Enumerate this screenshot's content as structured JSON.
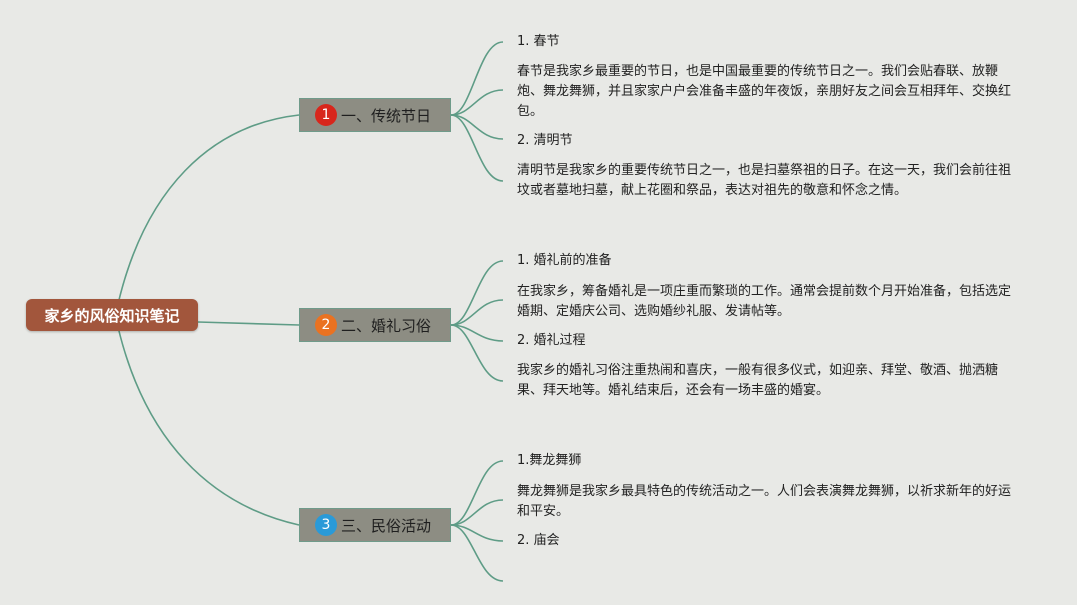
{
  "root": {
    "label": "家乡的风俗知识笔记"
  },
  "branches": [
    {
      "number": "1",
      "label": "一、传统节日",
      "color": "#d8261c",
      "leaves": [
        "1. 春节",
        "春节是我家乡最重要的节日，也是中国最重要的传统节日之一。我们会贴春联、放鞭炮、舞龙舞狮，并且家家户户会准备丰盛的年夜饭，亲朋好友之间会互相拜年、交换红包。",
        "2. 清明节",
        "清明节是我家乡的重要传统节日之一，也是扫墓祭祖的日子。在这一天，我们会前往祖坟或者墓地扫墓，献上花圈和祭品，表达对祖先的敬意和怀念之情。"
      ]
    },
    {
      "number": "2",
      "label": "二、婚礼习俗",
      "color": "#ea7221",
      "leaves": [
        "1. 婚礼前的准备",
        "在我家乡，筹备婚礼是一项庄重而繁琐的工作。通常会提前数个月开始准备，包括选定婚期、定婚庆公司、选购婚纱礼服、发请帖等。",
        "2. 婚礼过程",
        "我家乡的婚礼习俗注重热闹和喜庆，一般有很多仪式，如迎亲、拜堂、敬酒、抛洒糖果、拜天地等。婚礼结束后，还会有一场丰盛的婚宴。"
      ]
    },
    {
      "number": "3",
      "label": "三、民俗活动",
      "color": "#2a9ad8",
      "leaves": [
        "1.舞龙舞狮",
        "舞龙舞狮是我家乡最具特色的传统活动之一。人们会表演舞龙舞狮，以祈求新年的好运和平安。",
        "2. 庙会",
        ""
      ]
    }
  ],
  "colors": {
    "background": "#e8e9e6",
    "link": "#5e9c86",
    "root": "#a2563c",
    "branch": "#8d8d83"
  }
}
